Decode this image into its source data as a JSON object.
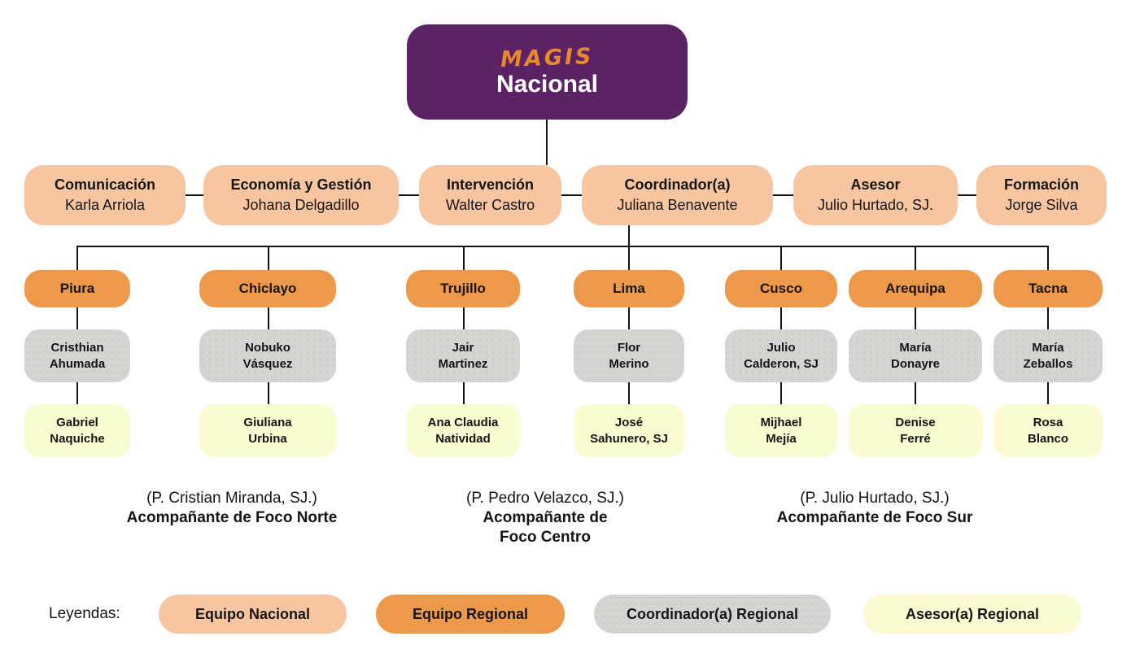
{
  "root_node": {
    "logo": "MAGIS",
    "title": "Nacional"
  },
  "national_team": [
    {
      "role": "Comunicación",
      "name": "Karla Arriola"
    },
    {
      "role": "Economía y Gestión",
      "name": "Johana Delgadillo"
    },
    {
      "role": "Intervención",
      "name": "Walter Castro"
    },
    {
      "role": "Coordinador(a)",
      "name": "Juliana Benavente"
    },
    {
      "role": "Asesor",
      "name": "Julio Hurtado, SJ."
    },
    {
      "role": "Formación",
      "name": "Jorge Silva"
    }
  ],
  "regions": [
    {
      "city": "Piura",
      "coordinator": "Cristhian\nAhumada",
      "asesor": "Gabriel\nNaquiche"
    },
    {
      "city": "Chiclayo",
      "coordinator": "Nobuko\nVásquez",
      "asesor": "Giuliana\nUrbina"
    },
    {
      "city": "Trujillo",
      "coordinator": "Jair\nMartinez",
      "asesor": "Ana Claudia\nNatividad"
    },
    {
      "city": "Lima",
      "coordinator": "Flor\nMerino",
      "asesor": "José\nSahunero, SJ"
    },
    {
      "city": "Cusco",
      "coordinator": "Julio\nCalderon, SJ",
      "asesor": "Mijhael\nMejía"
    },
    {
      "city": "Arequipa",
      "coordinator": "María\nDonayre",
      "asesor": "Denise\nFerré"
    },
    {
      "city": "Tacna",
      "coordinator": "María\nZeballos",
      "asesor": "Rosa\nBlanco"
    }
  ],
  "focos": [
    {
      "priest": "(P. Cristian Miranda, SJ.)",
      "label": "Acompañante de Foco Norte"
    },
    {
      "priest": "(P. Pedro Velazco, SJ.)",
      "label": "Acompañante de\nFoco Centro"
    },
    {
      "priest": "(P. Julio Hurtado, SJ.)",
      "label": "Acompañante de Foco Sur"
    }
  ],
  "legend": {
    "title": "Leyendas:",
    "items": [
      {
        "label": "Equipo Nacional",
        "color": "#F7C6A1"
      },
      {
        "label": "Equipo Regional",
        "color": "#EE984A"
      },
      {
        "label": "Coordinador(a) Regional",
        "color": "#D4D4D2"
      },
      {
        "label": "Asesor(a) Regional",
        "color": "#FAFBD1"
      }
    ]
  },
  "palette": {
    "root_purple": "#5B2365",
    "logo_orange": "#E9892C",
    "national_peach": "#F7C6A1",
    "regional_orange": "#EE984A",
    "coordinator_gray": "#D4D4D2",
    "asesor_yellow": "#FAFBD1",
    "connector_black": "#121212"
  }
}
